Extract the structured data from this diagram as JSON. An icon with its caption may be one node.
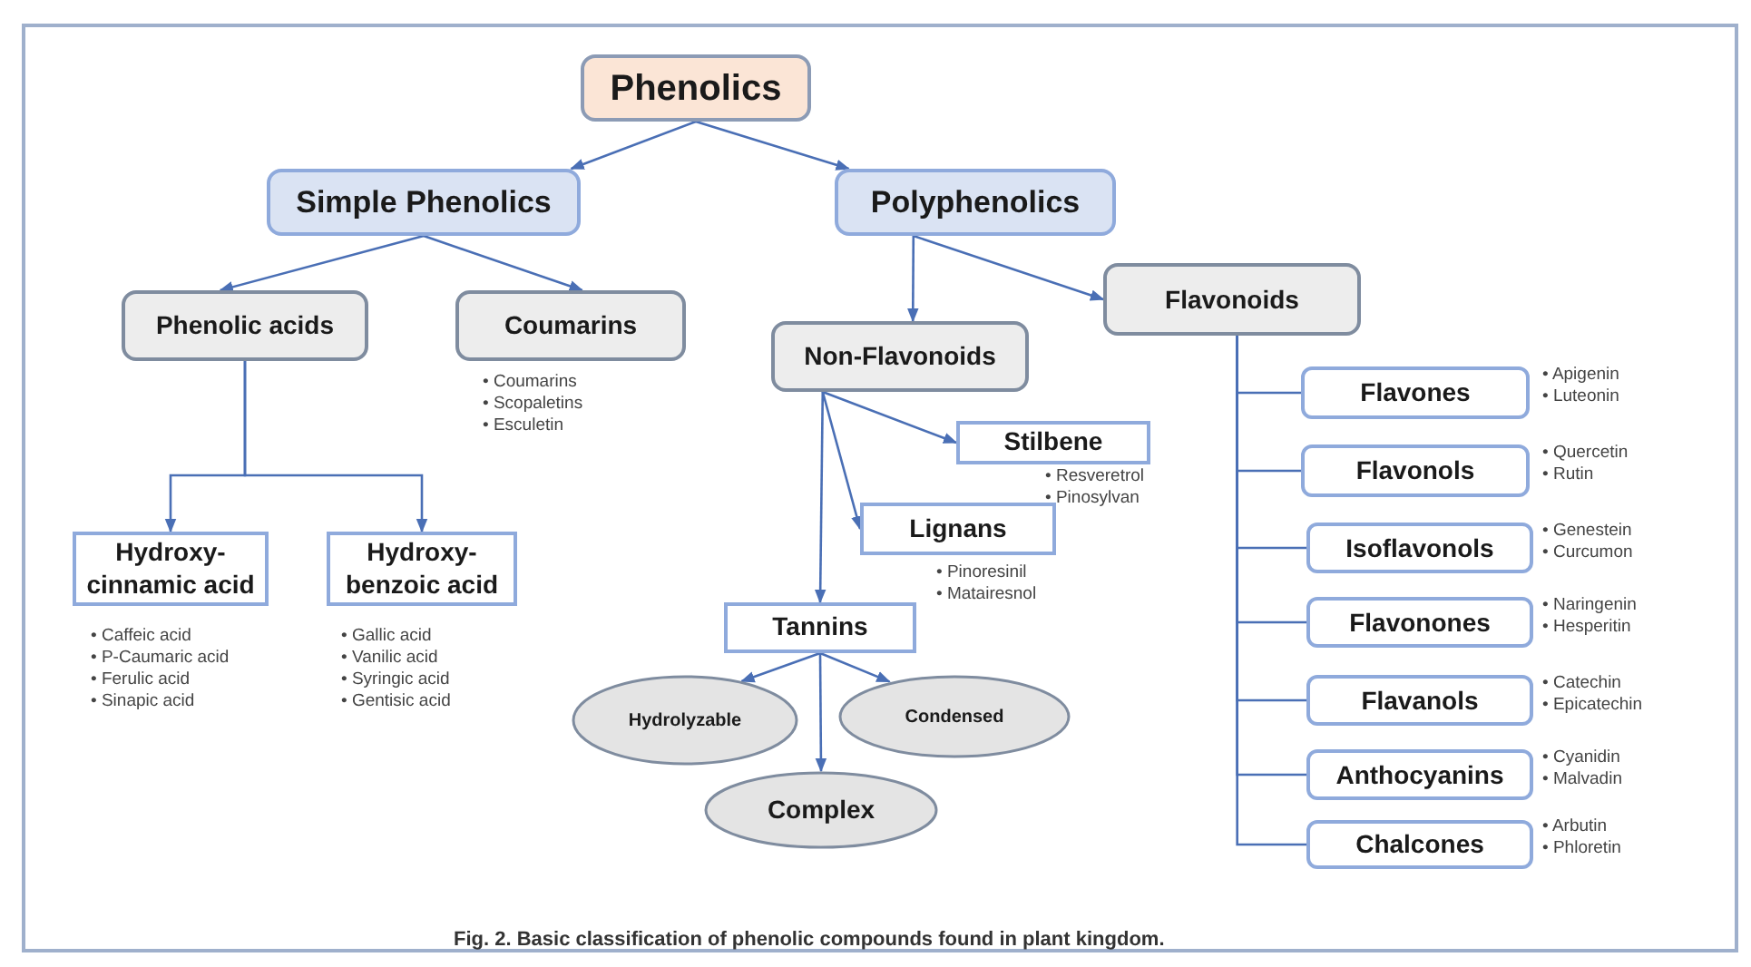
{
  "diagram": {
    "caption": "Fig. 2. Basic classification of phenolic compounds found in plant kingdom.",
    "nodes": [
      {
        "text": [
          "Phenolics"
        ]
      },
      {
        "text": [
          "Simple Phenolics"
        ]
      },
      {
        "text": [
          "Polyphenolics"
        ]
      },
      {
        "text": [
          "Phenolic acids"
        ]
      },
      {
        "text": [
          "Coumarins"
        ],
        "beside": [
          "• Coumarins",
          "• Scopaletins",
          "• Esculetin"
        ]
      },
      {
        "text": [
          "Non-Flavonoids"
        ]
      },
      {
        "text": [
          "Flavonoids"
        ]
      },
      {
        "text": [
          "Hydroxy- cinnamic acid"
        ],
        "beside": [
          "• Caffeic acid",
          "• P-Caumaric acid",
          "• Ferulic acid",
          "• Sinapic acid"
        ]
      },
      {
        "text": [
          "Hydroxy- benzoic acid"
        ],
        "beside": [
          "• Gallic acid",
          "• Vanilic acid",
          "• Syringic acid",
          "• Gentisic acid"
        ]
      },
      {
        "text": [
          "Stilbene"
        ],
        "beside": [
          "• Resveretrol",
          "• Pinosylvan"
        ]
      },
      {
        "text": [
          "Lignans"
        ],
        "beside": [
          "• Pinoresinil",
          "• Matairesnol"
        ]
      },
      {
        "text": [
          "Tannins"
        ]
      },
      {
        "text": [
          "Hydrolyzable"
        ]
      },
      {
        "text": [
          "Condensed"
        ]
      },
      {
        "text": [
          "Complex"
        ]
      },
      {
        "text": [
          "Flavones"
        ],
        "beside": [
          "• Apigenin",
          "• Luteonin"
        ]
      },
      {
        "text": [
          "Flavonols"
        ],
        "beside": [
          "• Quercetin",
          "• Rutin"
        ]
      },
      {
        "text": [
          "Isoflavonols"
        ],
        "beside": [
          "• Genestein",
          "• Curcumon"
        ]
      },
      {
        "text": [
          "Flavonones"
        ],
        "beside": [
          "• Naringenin",
          "• Hesperitin"
        ]
      },
      {
        "text": [
          "Flavanols"
        ],
        "beside": [
          "• Catechin",
          "• Epicatechin"
        ]
      },
      {
        "text": [
          "Anthocyanins"
        ],
        "beside": [
          "• Cyanidin",
          "• Malvadin"
        ]
      },
      {
        "text": [
          "Chalcones"
        ],
        "beside": [
          "• Arbutin",
          "• Phloretin"
        ]
      }
    ],
    "edges": [
      {
        "from": 0,
        "to": 1,
        "arrow": "to"
      },
      {
        "from": 0,
        "to": 2,
        "arrow": "to"
      },
      {
        "from": 1,
        "to": 3,
        "arrow": "to"
      },
      {
        "from": 1,
        "to": 4,
        "arrow": "to"
      },
      {
        "from": 2,
        "to": 5,
        "arrow": "to"
      },
      {
        "from": 2,
        "to": 6,
        "arrow": "to"
      },
      {
        "from": 3,
        "to": 7,
        "arrow": "to"
      },
      {
        "from": 3,
        "to": 8,
        "arrow": "to"
      },
      {
        "from": 5,
        "to": 9,
        "arrow": "to"
      },
      {
        "from": 5,
        "to": 10,
        "arrow": "to"
      },
      {
        "from": 5,
        "to": 11,
        "arrow": "to"
      },
      {
        "from": 11,
        "to": 12,
        "arrow": "to"
      },
      {
        "from": 11,
        "to": 13,
        "arrow": "to"
      },
      {
        "from": 11,
        "to": 14,
        "arrow": "to"
      },
      {
        "from": 6,
        "to": 15,
        "arrow": "none"
      },
      {
        "from": 6,
        "to": 16,
        "arrow": "none"
      },
      {
        "from": 6,
        "to": 17,
        "arrow": "none"
      },
      {
        "from": 6,
        "to": 18,
        "arrow": "none"
      },
      {
        "from": 6,
        "to": 19,
        "arrow": "none"
      },
      {
        "from": 6,
        "to": 20,
        "arrow": "none"
      },
      {
        "from": 6,
        "to": 21,
        "arrow": "none"
      }
    ]
  }
}
